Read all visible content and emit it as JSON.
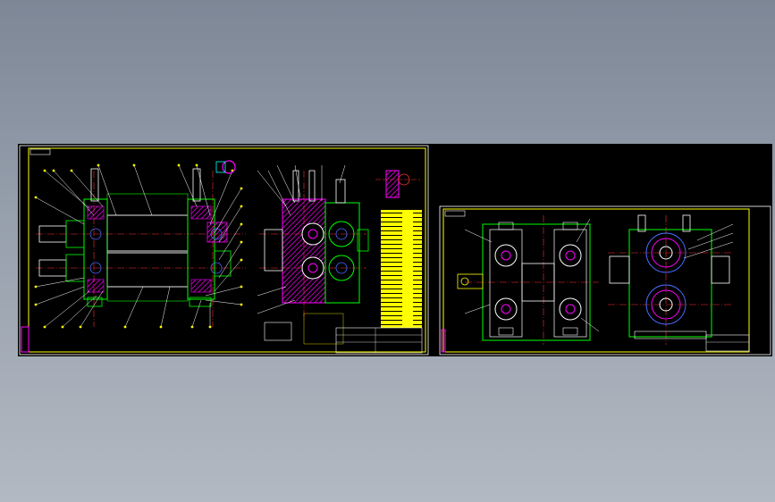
{
  "viewer": {
    "background_top": "#7d8796",
    "background_bottom": "#b3b9c2",
    "canvas_color": "#000000"
  },
  "drawing": {
    "line_colors": {
      "frame": "#ffff00",
      "outline": "#00ff00",
      "hatch": "#ff00ff",
      "centerline": "#ff3030",
      "detail": "#4a6bff",
      "text": "#ffffff",
      "accent": "#00ffff"
    },
    "sheets": [
      {
        "name": "assembly-sheet",
        "views": [
          "front-view",
          "side-view",
          "detail-view"
        ]
      },
      {
        "name": "part-sheet",
        "views": [
          "front-view",
          "side-view"
        ]
      }
    ]
  }
}
